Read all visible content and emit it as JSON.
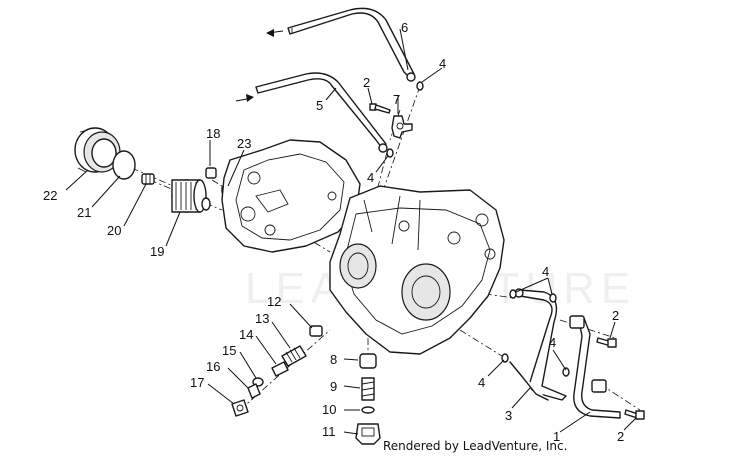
{
  "diagram": {
    "callouts": [
      "1",
      "2",
      "2",
      "2",
      "3",
      "4",
      "4",
      "4",
      "4",
      "4",
      "5",
      "6",
      "7",
      "8",
      "9",
      "10",
      "11",
      "12",
      "13",
      "14",
      "15",
      "16",
      "17",
      "18",
      "19",
      "20",
      "21",
      "22",
      "23"
    ],
    "watermark": "LEADVENTURE",
    "credit": "Rendered by LeadVenture, Inc."
  }
}
